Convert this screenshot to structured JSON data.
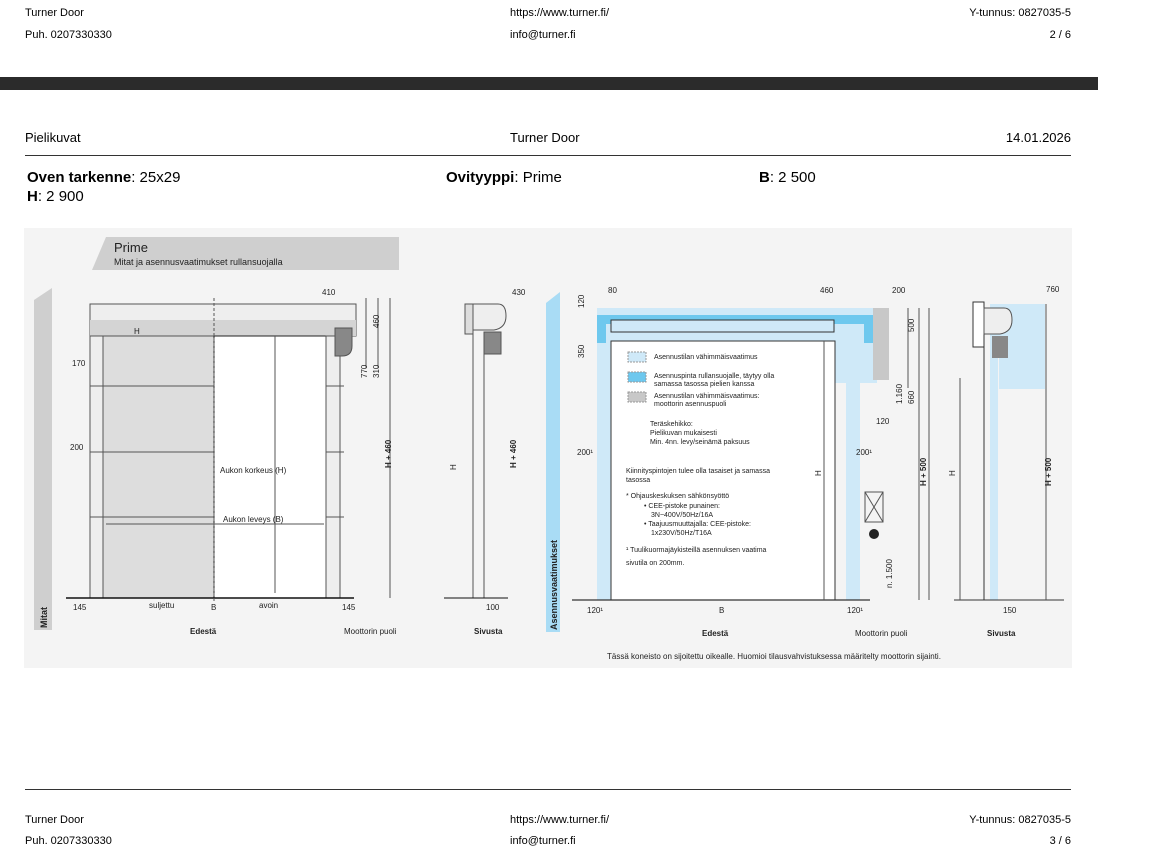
{
  "top_header": {
    "company": "Turner Door",
    "phone": "Puh. 0207330330",
    "website": "https://www.turner.fi/",
    "email": "info@turner.fi",
    "business_id": "Y-tunnus: 0827035-5",
    "page": "2 / 6"
  },
  "section": {
    "title": "Pielikuvat",
    "company": "Turner Door",
    "date": "14.01.2026"
  },
  "door_info": {
    "model_label": "Oven tarkenne",
    "model_value": ": 25x29",
    "type_label": "Ovityyppi",
    "type_value": ": Prime",
    "width_label": "B",
    "width_value": ": 2 500",
    "height_label": "H",
    "height_value": ": 2 900"
  },
  "drawing": {
    "banner_title": "Prime",
    "banner_subtitle": "Mitat ja asennusvaatimukset rullansuojalla",
    "side_label_left": "Mitat",
    "side_label_right": "Asennusvaatimukset",
    "front_label": "Edestä",
    "motor_side_label": "Moottorin puoli",
    "side_view_label": "Sivusta",
    "left": {
      "d410": "410",
      "d460": "460",
      "d770": "770",
      "d310": "310",
      "d170": "170",
      "d200": "200",
      "d145a": "145",
      "d145b": "145",
      "h460": "H + 460",
      "h_marker": "H",
      "closed": "suljettu",
      "b": "B",
      "open": "avoin",
      "height_text": "Aukon korkeus (H)",
      "width_text": "Aukon leveys (B)",
      "side_d430": "430",
      "side_d100": "100",
      "side_h": "H",
      "side_h460": "H + 460"
    },
    "right": {
      "d120": "120",
      "d80": "80",
      "d350": "350",
      "d460": "460",
      "d200": "200",
      "d500": "500",
      "d1160": "1.160",
      "d660": "660",
      "d120b": "120",
      "d200l": "200¹",
      "d200r": "200¹",
      "d120l": "120¹",
      "d120r": "120¹",
      "b": "B",
      "h": "H",
      "h500": "H + 500",
      "n1500": "n. 1.500",
      "side_d760": "760",
      "side_d150": "150",
      "side_h": "H",
      "side_h500": "H + 500",
      "legend": [
        "Asennustilan vähimmäisvaatimus",
        "Asennuspinta rullansuojalle, täytyy olla",
        "samassa tasossa pielien kanssa",
        "Asennustilan vähimmäisvaatimus:",
        "moottorin asennuspuoli"
      ],
      "frame_title": "Teräskehikko:",
      "frame_line1": "Pielikuvan mukaisesti",
      "frame_line2": "Min. 4nn. levy/seinämä paksuus",
      "mount_line1": "Kiinnityspintojen tulee olla tasaiset ja samassa",
      "mount_line2": "tasossa",
      "power_title": "* Ohjauskeskuksen sähkönsyöttö",
      "power_1": "• CEE-pistoke punainen:",
      "power_1b": "3N~400V/50Hz/16A",
      "power_2": "• Taajuusmuuttajalla: CEE-pistoke:",
      "power_2b": "1x230V/50Hz/T16A",
      "note_1": "¹ Tuulikuormajäykisteillä asennuksen vaatima",
      "note_2": "sivutila on 200mm."
    },
    "caption": "Tässä koneisto on sijoitettu oikealle. Huomioi tilausvahvistuksessa määritelty moottorin sijainti."
  },
  "footer": {
    "company": "Turner Door",
    "phone": "Puh. 0207330330",
    "website": "https://www.turner.fi/",
    "email": "info@turner.fi",
    "business_id": "Y-tunnus: 0827035-5",
    "page": "3 / 6"
  },
  "colors": {
    "light_blue": "#cfe9f8",
    "blue": "#6ec8ee",
    "gray": "#c8c8c8",
    "band": "#2b2b2b"
  }
}
